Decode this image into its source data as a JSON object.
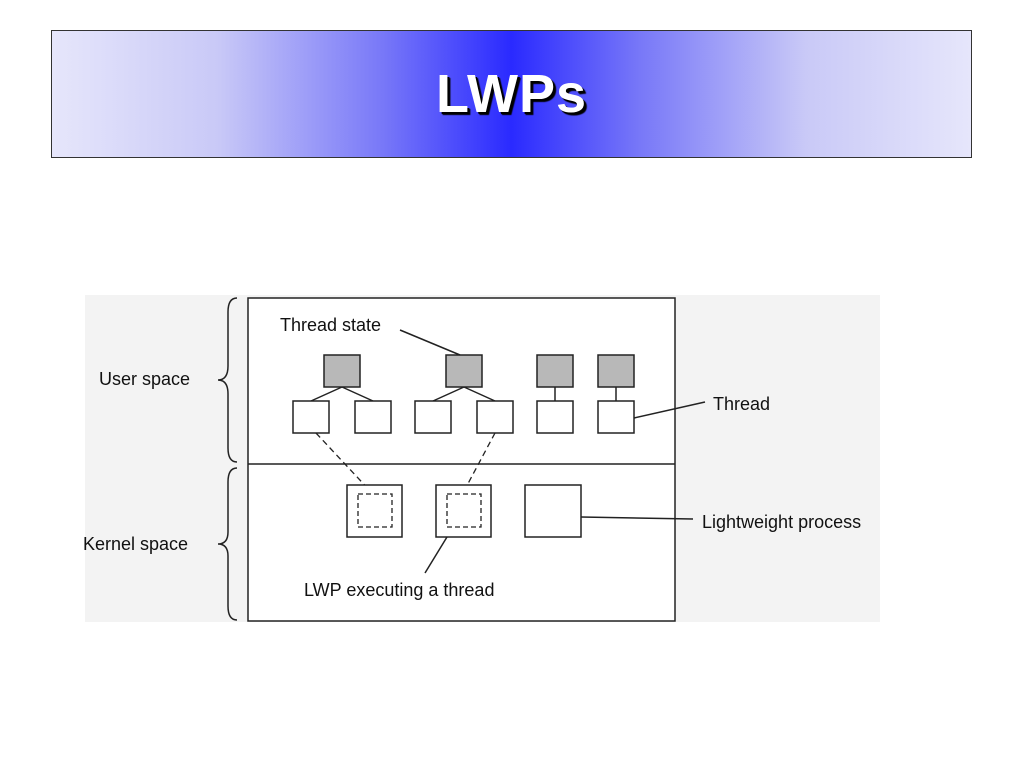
{
  "slide": {
    "title": "LWPs"
  },
  "diagram": {
    "labels": {
      "user_space": "User space",
      "kernel_space": "Kernel space",
      "thread_state": "Thread state",
      "thread": "Thread",
      "lightweight_process": "Lightweight process",
      "lwp_executing": "LWP executing a thread"
    },
    "colors": {
      "thread_state_fill": "#b8b8b8",
      "line": "#222222",
      "panel_bg": "#f3f3f3"
    }
  }
}
